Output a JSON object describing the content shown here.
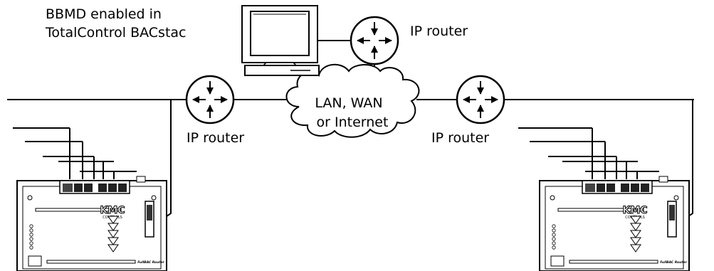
{
  "labels": {
    "bbmd_line1": "BBMD enabled in",
    "bbmd_line2": "TotalControl BACstac",
    "router_top": "IP router",
    "router_left": "IP router",
    "router_right": "IP router",
    "cloud_line1": "LAN, WAN",
    "cloud_line2": "or Internet"
  },
  "devices": {
    "left": {
      "logo_line1": "KMC",
      "logo_line2": "CONTROLS",
      "product": "FullBAC Router"
    },
    "right": {
      "logo_line1": "KMC",
      "logo_line2": "CONTROLS",
      "product": "FullBAC Router"
    }
  },
  "icons": {
    "computer": "desktop-computer-icon",
    "router": "ip-router-icon",
    "cloud": "network-cloud-icon"
  }
}
